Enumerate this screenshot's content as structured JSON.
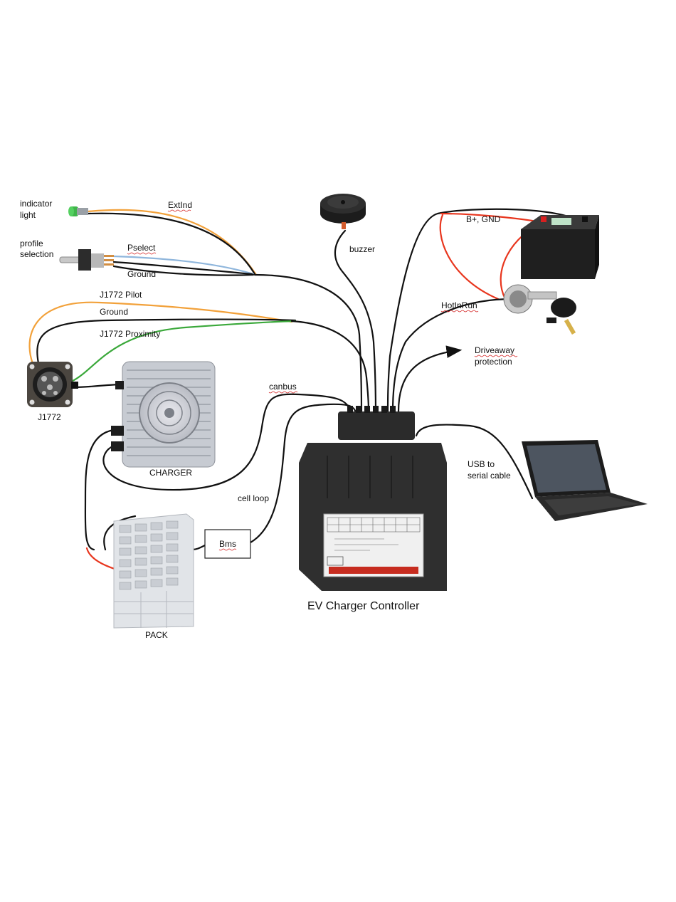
{
  "labels": {
    "indicator_light_1": "indicator",
    "indicator_light_2": "light",
    "extind": "ExtInd",
    "profile_selection_1": "profile",
    "profile_selection_2": "selection",
    "pselect": "Pselect",
    "ground_top": "Ground",
    "j1772_pilot": "J1772 Pilot",
    "ground_mid": "Ground",
    "j1772_proximity": "J1772 Proximity",
    "j1772": "J1772",
    "charger": "CHARGER",
    "canbus": "canbus",
    "cell_loop": "cell loop",
    "bms": "Bms",
    "pack": "PACK",
    "buzzer": "buzzer",
    "b_plus_gnd": "B+, GND",
    "hotinrun": "HotInRun",
    "driveaway_1": "Driveaway",
    "driveaway_2": "protection",
    "usb_1": "USB to",
    "usb_2": "serial cable",
    "controller": "EV Charger Controller"
  },
  "colors": {
    "wire_black": "#111111",
    "wire_orange": "#f2a13a",
    "wire_blue": "#8fb6dc",
    "wire_green": "#3aa83a",
    "wire_red": "#e8361e",
    "controller_body": "#2b2b2b",
    "label_plate": "#f0f0f0"
  }
}
